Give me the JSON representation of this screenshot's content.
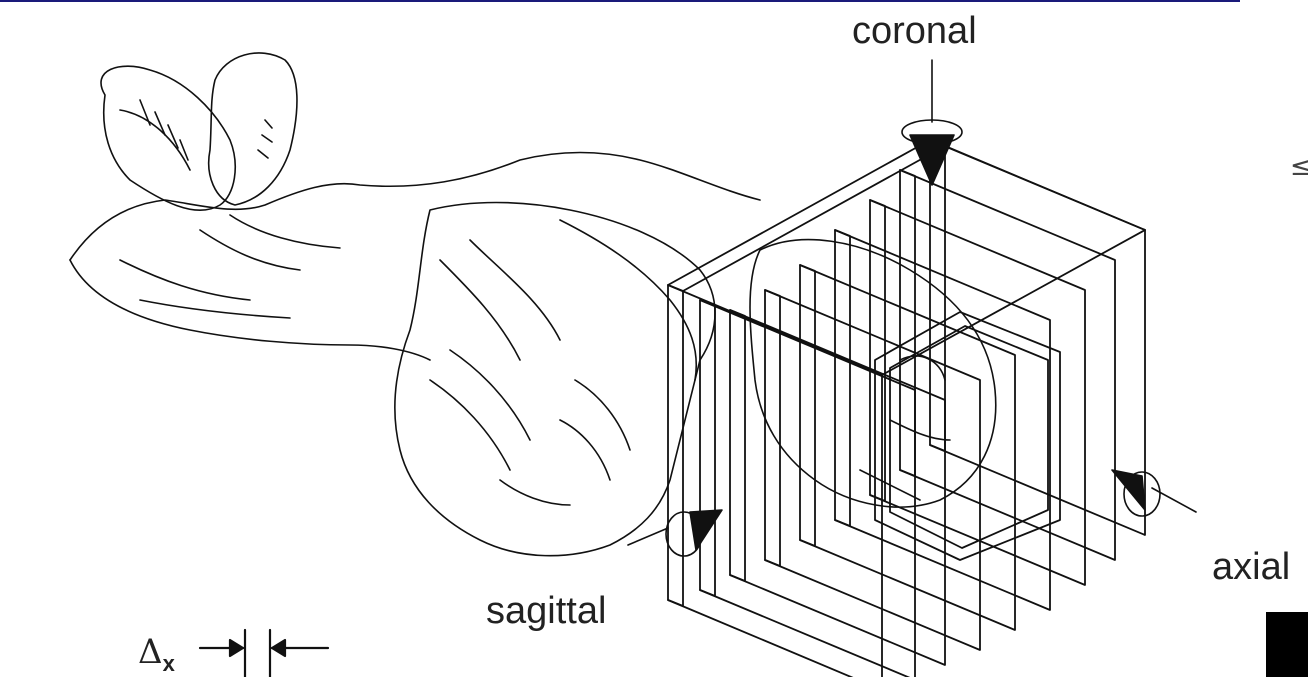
{
  "labels": {
    "coronal": "coronal",
    "axial": "axial",
    "sagittal": "sagittal",
    "delta_symbol": "Δ",
    "delta_subscript": "x",
    "edge_glyph": "≤"
  },
  "colors": {
    "line": "#111111",
    "rule": "#1a1a7a",
    "background": "#ffffff"
  }
}
